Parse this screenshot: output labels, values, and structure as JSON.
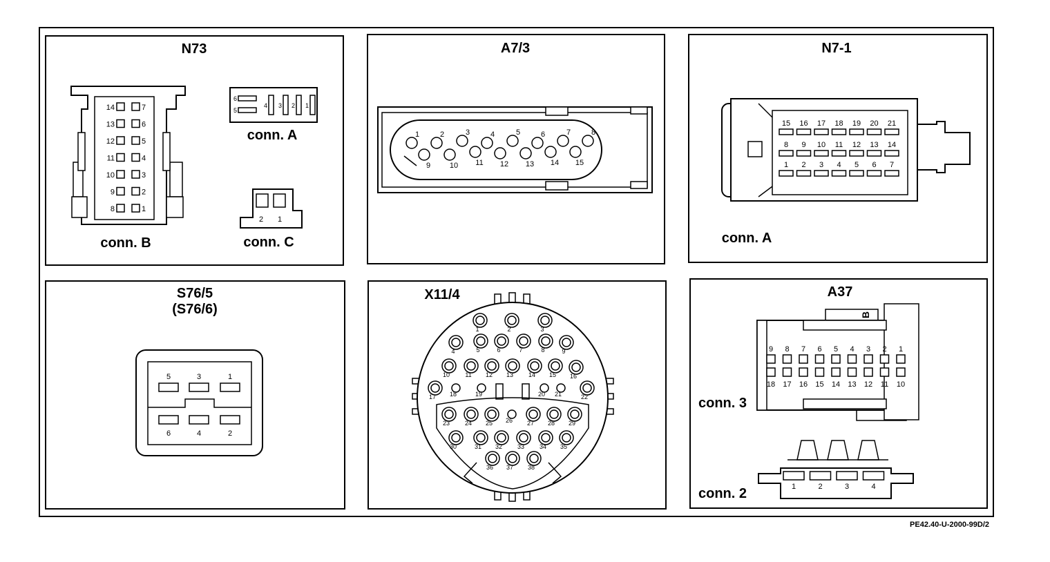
{
  "document_code": "PE42.40-U-2000-99D/2",
  "panels": {
    "n73": {
      "title": "N73",
      "conn_b_label": "conn. B",
      "conn_a_label": "conn. A",
      "conn_c_label": "conn. C",
      "conn_b_left": [
        "14",
        "13",
        "12",
        "11",
        "10",
        "9",
        "8"
      ],
      "conn_b_right": [
        "7",
        "6",
        "5",
        "4",
        "3",
        "2",
        "1"
      ],
      "conn_a_pins": [
        "6",
        "5",
        "4",
        "3",
        "2",
        "1"
      ],
      "conn_c_pins": [
        "2",
        "1"
      ]
    },
    "a73": {
      "title": "A7/3",
      "pins": [
        "1",
        "2",
        "3",
        "4",
        "5",
        "6",
        "7",
        "8",
        "9",
        "10",
        "11",
        "12",
        "13",
        "14",
        "15"
      ]
    },
    "n71": {
      "title": "N7-1",
      "conn_label": "conn. A",
      "row_top": [
        "15",
        "16",
        "17",
        "18",
        "19",
        "20",
        "21"
      ],
      "row_mid": [
        "8",
        "9",
        "10",
        "11",
        "12",
        "13",
        "14"
      ],
      "row_bot": [
        "1",
        "2",
        "3",
        "4",
        "5",
        "6",
        "7"
      ]
    },
    "s765": {
      "title": "S76/5",
      "subtitle": "(S76/6)",
      "top_pins": [
        "5",
        "3",
        "1"
      ],
      "bottom_pins": [
        "6",
        "4",
        "2"
      ]
    },
    "x114": {
      "title": "X11/4",
      "pins": [
        "1",
        "2",
        "3",
        "4",
        "5",
        "6",
        "7",
        "8",
        "9",
        "10",
        "11",
        "12",
        "13",
        "14",
        "15",
        "16",
        "17",
        "18",
        "19",
        "20",
        "21",
        "22",
        "23",
        "24",
        "25",
        "26",
        "27",
        "28",
        "29",
        "30",
        "31",
        "32",
        "33",
        "34",
        "35",
        "36",
        "37",
        "38"
      ]
    },
    "a37": {
      "title": "A37",
      "conn3_label": "conn. 3",
      "conn2_label": "conn. 2",
      "key_letter": "B",
      "conn3_top": [
        "9",
        "8",
        "7",
        "6",
        "5",
        "4",
        "3",
        "2",
        "1"
      ],
      "conn3_bottom": [
        "18",
        "17",
        "16",
        "15",
        "14",
        "13",
        "12",
        "11",
        "10"
      ],
      "conn2_pins": [
        "1",
        "2",
        "3",
        "4"
      ]
    }
  }
}
